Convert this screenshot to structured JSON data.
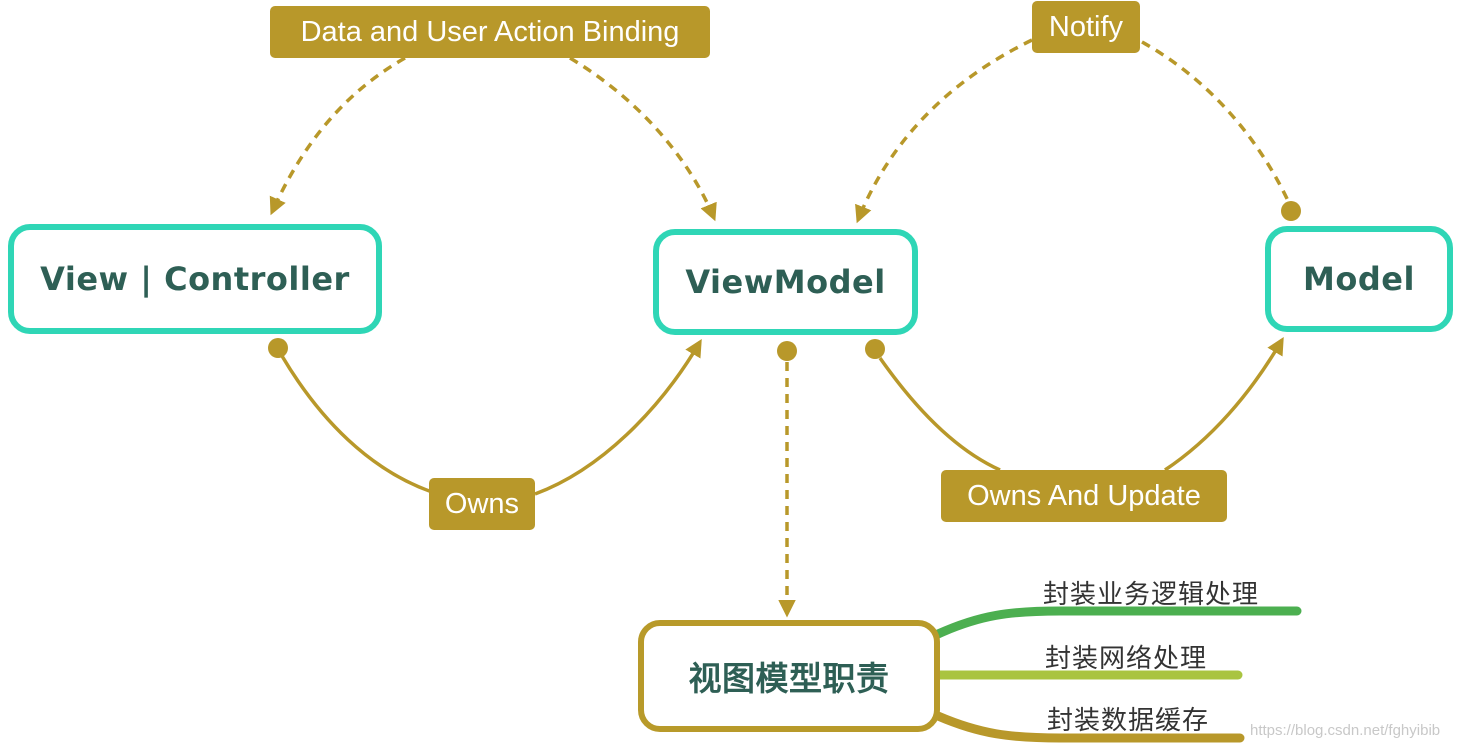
{
  "nodes": {
    "view_controller": "View | Controller",
    "viewmodel": "ViewModel",
    "model": "Model",
    "responsibilities": "视图模型职责"
  },
  "edges": {
    "binding": "Data and User Action Binding",
    "notify": "Notify",
    "owns": "Owns",
    "owns_update": "Owns And Update"
  },
  "branches": [
    "封装业务逻辑处理",
    "封装网络处理",
    "封装数据缓存"
  ],
  "watermark": "https://blog.csdn.net/fghyibib",
  "colors": {
    "node_border": "#2fd6b6",
    "role_border": "#b89a2a",
    "connector": "#b8982a",
    "branch_1": "#4caf50",
    "branch_2": "#a9c440",
    "branch_3": "#b8982a"
  }
}
